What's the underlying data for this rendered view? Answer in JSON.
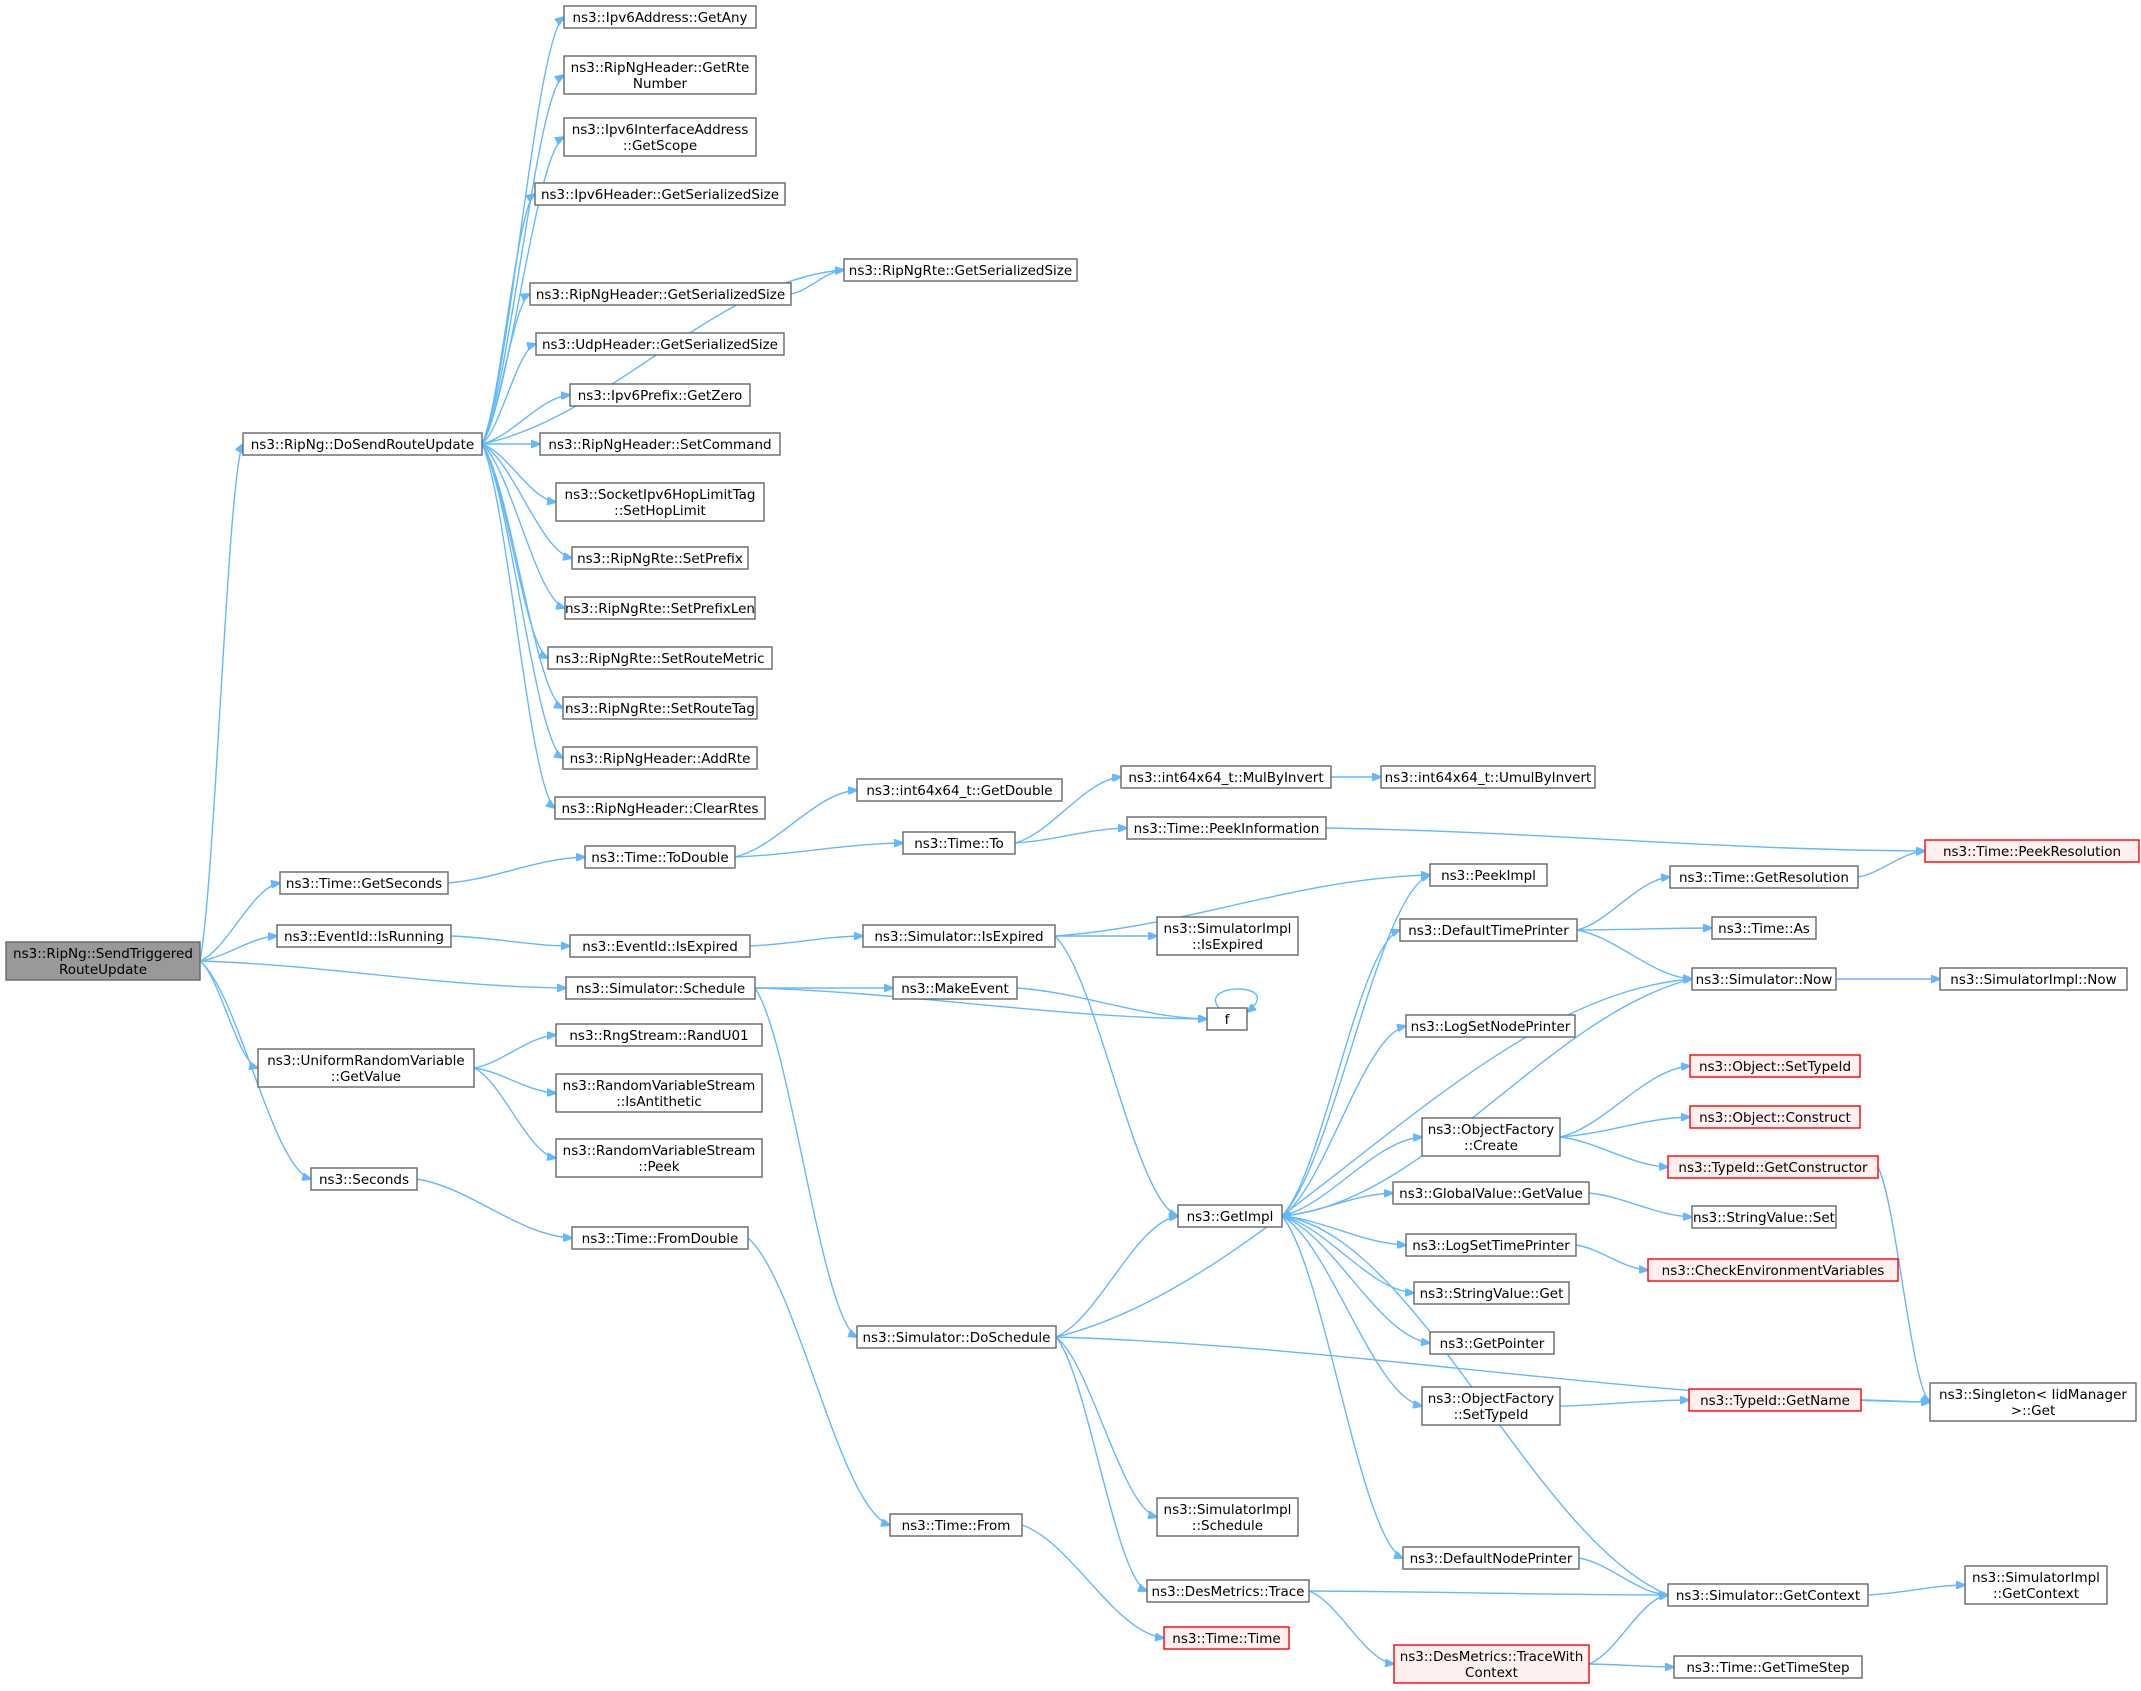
{
  "diagram": {
    "type": "call-graph",
    "colors": {
      "edge": "#63b8ff",
      "node_border": "#666666",
      "root_fill": "#999999",
      "truncated_border": "#ff0000",
      "truncated_fill": "#fff0f0"
    },
    "nodes": [
      {
        "id": "root",
        "lines": [
          "ns3::RipNg::SendTriggered",
          "RouteUpdate"
        ],
        "style": "root"
      },
      {
        "id": "dosend",
        "lines": [
          "ns3::RipNg::DoSendRouteUpdate"
        ]
      },
      {
        "id": "ipv6any",
        "lines": [
          "ns3::Ipv6Address::GetAny"
        ]
      },
      {
        "id": "getrtenum",
        "lines": [
          "ns3::RipNgHeader::GetRte",
          "Number"
        ]
      },
      {
        "id": "getscope",
        "lines": [
          "ns3::Ipv6InterfaceAddress",
          "::GetScope"
        ]
      },
      {
        "id": "ipv6hdrsize",
        "lines": [
          "ns3::Ipv6Header::GetSerializedSize"
        ]
      },
      {
        "id": "ripnghdrsize",
        "lines": [
          "ns3::RipNgHeader::GetSerializedSize"
        ]
      },
      {
        "id": "ripngrtesize",
        "lines": [
          "ns3::RipNgRte::GetSerializedSize"
        ]
      },
      {
        "id": "udphdrsize",
        "lines": [
          "ns3::UdpHeader::GetSerializedSize"
        ]
      },
      {
        "id": "getzero",
        "lines": [
          "ns3::Ipv6Prefix::GetZero"
        ]
      },
      {
        "id": "setcommand",
        "lines": [
          "ns3::RipNgHeader::SetCommand"
        ]
      },
      {
        "id": "sethoplimit",
        "lines": [
          "ns3::SocketIpv6HopLimitTag",
          "::SetHopLimit"
        ]
      },
      {
        "id": "setprefix",
        "lines": [
          "ns3::RipNgRte::SetPrefix"
        ]
      },
      {
        "id": "setprefixlen",
        "lines": [
          "ns3::RipNgRte::SetPrefixLen"
        ]
      },
      {
        "id": "setroutemetric",
        "lines": [
          "ns3::RipNgRte::SetRouteMetric"
        ]
      },
      {
        "id": "setroutetag",
        "lines": [
          "ns3::RipNgRte::SetRouteTag"
        ]
      },
      {
        "id": "addrte",
        "lines": [
          "ns3::RipNgHeader::AddRte"
        ]
      },
      {
        "id": "clearrtes",
        "lines": [
          "ns3::RipNgHeader::ClearRtes"
        ]
      },
      {
        "id": "getseconds",
        "lines": [
          "ns3::Time::GetSeconds"
        ]
      },
      {
        "id": "todouble",
        "lines": [
          "ns3::Time::ToDouble"
        ]
      },
      {
        "id": "i64getdouble",
        "lines": [
          "ns3::int64x64_t::GetDouble"
        ]
      },
      {
        "id": "timeto",
        "lines": [
          "ns3::Time::To"
        ]
      },
      {
        "id": "mulbyinvert",
        "lines": [
          "ns3::int64x64_t::MulByInvert"
        ]
      },
      {
        "id": "umulbyinvert",
        "lines": [
          "ns3::int64x64_t::UmulByInvert"
        ]
      },
      {
        "id": "peekinfo",
        "lines": [
          "ns3::Time::PeekInformation"
        ]
      },
      {
        "id": "peekres",
        "lines": [
          "ns3::Time::PeekResolution"
        ],
        "style": "trunc"
      },
      {
        "id": "isrunning",
        "lines": [
          "ns3::EventId::IsRunning"
        ]
      },
      {
        "id": "evisexpired",
        "lines": [
          "ns3::EventId::IsExpired"
        ]
      },
      {
        "id": "simisexpired",
        "lines": [
          "ns3::Simulator::IsExpired"
        ]
      },
      {
        "id": "peekimpl",
        "lines": [
          "ns3::PeekImpl"
        ]
      },
      {
        "id": "simimplisexpired",
        "lines": [
          "ns3::SimulatorImpl",
          "::IsExpired"
        ]
      },
      {
        "id": "defaulttimeprinter",
        "lines": [
          "ns3::DefaultTimePrinter"
        ]
      },
      {
        "id": "getresolution",
        "lines": [
          "ns3::Time::GetResolution"
        ]
      },
      {
        "id": "timeas",
        "lines": [
          "ns3::Time::As"
        ]
      },
      {
        "id": "simnow",
        "lines": [
          "ns3::Simulator::Now"
        ]
      },
      {
        "id": "simimplnow",
        "lines": [
          "ns3::SimulatorImpl::Now"
        ]
      },
      {
        "id": "schedule",
        "lines": [
          "ns3::Simulator::Schedule"
        ]
      },
      {
        "id": "makeevent",
        "lines": [
          "ns3::MakeEvent"
        ]
      },
      {
        "id": "f",
        "lines": [
          "f"
        ]
      },
      {
        "id": "uniformgetvalue",
        "lines": [
          "ns3::UniformRandomVariable",
          "::GetValue"
        ]
      },
      {
        "id": "randu01",
        "lines": [
          "ns3::RngStream::RandU01"
        ]
      },
      {
        "id": "isantithetic",
        "lines": [
          "ns3::RandomVariableStream",
          "::IsAntithetic"
        ]
      },
      {
        "id": "rvspeek",
        "lines": [
          "ns3::RandomVariableStream",
          "::Peek"
        ]
      },
      {
        "id": "seconds",
        "lines": [
          "ns3::Seconds"
        ]
      },
      {
        "id": "fromdouble",
        "lines": [
          "ns3::Time::FromDouble"
        ]
      },
      {
        "id": "timefrom",
        "lines": [
          "ns3::Time::From"
        ]
      },
      {
        "id": "timetime",
        "lines": [
          "ns3::Time::Time"
        ],
        "style": "trunc"
      },
      {
        "id": "doschedule",
        "lines": [
          "ns3::Simulator::DoSchedule"
        ]
      },
      {
        "id": "getimpl",
        "lines": [
          "ns3::GetImpl"
        ]
      },
      {
        "id": "logsetnodeprinter",
        "lines": [
          "ns3::LogSetNodePrinter"
        ]
      },
      {
        "id": "ofcreate",
        "lines": [
          "ns3::ObjectFactory",
          "::Create"
        ]
      },
      {
        "id": "objsettypeid",
        "lines": [
          "ns3::Object::SetTypeId"
        ],
        "style": "trunc"
      },
      {
        "id": "objconstruct",
        "lines": [
          "ns3::Object::Construct"
        ],
        "style": "trunc"
      },
      {
        "id": "getconstructor",
        "lines": [
          "ns3::TypeId::GetConstructor"
        ],
        "style": "trunc"
      },
      {
        "id": "gvgetvalue",
        "lines": [
          "ns3::GlobalValue::GetValue"
        ]
      },
      {
        "id": "stringvalueset",
        "lines": [
          "ns3::StringValue::Set"
        ]
      },
      {
        "id": "logsettimeprinter",
        "lines": [
          "ns3::LogSetTimePrinter"
        ]
      },
      {
        "id": "checkenv",
        "lines": [
          "ns3::CheckEnvironmentVariables"
        ],
        "style": "trunc"
      },
      {
        "id": "stringvalueget",
        "lines": [
          "ns3::StringValue::Get"
        ]
      },
      {
        "id": "getpointer",
        "lines": [
          "ns3::GetPointer"
        ]
      },
      {
        "id": "ofsettypeid",
        "lines": [
          "ns3::ObjectFactory",
          "::SetTypeId"
        ]
      },
      {
        "id": "typeidgetname",
        "lines": [
          "ns3::TypeId::GetName"
        ],
        "style": "trunc"
      },
      {
        "id": "singletonget",
        "lines": [
          "ns3::Singleton< IidManager",
          " >::Get"
        ]
      },
      {
        "id": "simimplschedule",
        "lines": [
          "ns3::SimulatorImpl",
          "::Schedule"
        ]
      },
      {
        "id": "defaultnodeprinter",
        "lines": [
          "ns3::DefaultNodePrinter"
        ]
      },
      {
        "id": "desmetricstrace",
        "lines": [
          "ns3::DesMetrics::Trace"
        ]
      },
      {
        "id": "simgetcontext",
        "lines": [
          "ns3::Simulator::GetContext"
        ]
      },
      {
        "id": "simimplgetcontext",
        "lines": [
          "ns3::SimulatorImpl",
          "::GetContext"
        ]
      },
      {
        "id": "tracewithcontext",
        "lines": [
          "ns3::DesMetrics::TraceWith",
          "Context"
        ],
        "style": "trunc"
      },
      {
        "id": "gettimestep",
        "lines": [
          "ns3::Time::GetTimeStep"
        ]
      }
    ],
    "edges": [
      [
        "root",
        "dosend"
      ],
      [
        "root",
        "getseconds"
      ],
      [
        "root",
        "isrunning"
      ],
      [
        "root",
        "schedule"
      ],
      [
        "root",
        "uniformgetvalue"
      ],
      [
        "root",
        "seconds"
      ],
      [
        "dosend",
        "ipv6any"
      ],
      [
        "dosend",
        "getrtenum"
      ],
      [
        "dosend",
        "getscope"
      ],
      [
        "dosend",
        "ipv6hdrsize"
      ],
      [
        "dosend",
        "ripngrtesize"
      ],
      [
        "dosend",
        "ripnghdrsize"
      ],
      [
        "dosend",
        "udphdrsize"
      ],
      [
        "dosend",
        "getzero"
      ],
      [
        "dosend",
        "setcommand"
      ],
      [
        "dosend",
        "sethoplimit"
      ],
      [
        "dosend",
        "setprefix"
      ],
      [
        "dosend",
        "setprefixlen"
      ],
      [
        "dosend",
        "setroutemetric"
      ],
      [
        "dosend",
        "setroutetag"
      ],
      [
        "dosend",
        "addrte"
      ],
      [
        "dosend",
        "clearrtes"
      ],
      [
        "ripnghdrsize",
        "ripngrtesize"
      ],
      [
        "getseconds",
        "todouble"
      ],
      [
        "todouble",
        "i64getdouble"
      ],
      [
        "todouble",
        "timeto"
      ],
      [
        "timeto",
        "mulbyinvert"
      ],
      [
        "timeto",
        "peekinfo"
      ],
      [
        "mulbyinvert",
        "umulbyinvert"
      ],
      [
        "peekinfo",
        "peekres"
      ],
      [
        "isrunning",
        "evisexpired"
      ],
      [
        "evisexpired",
        "simisexpired"
      ],
      [
        "simisexpired",
        "peekimpl"
      ],
      [
        "simisexpired",
        "simimplisexpired"
      ],
      [
        "simisexpired",
        "getimpl"
      ],
      [
        "schedule",
        "makeevent"
      ],
      [
        "schedule",
        "f"
      ],
      [
        "schedule",
        "doschedule"
      ],
      [
        "makeevent",
        "f"
      ],
      [
        "f",
        "f"
      ],
      [
        "uniformgetvalue",
        "randu01"
      ],
      [
        "uniformgetvalue",
        "isantithetic"
      ],
      [
        "uniformgetvalue",
        "rvspeek"
      ],
      [
        "seconds",
        "fromdouble"
      ],
      [
        "fromdouble",
        "timefrom"
      ],
      [
        "timefrom",
        "timetime"
      ],
      [
        "doschedule",
        "getimpl"
      ],
      [
        "doschedule",
        "simnow"
      ],
      [
        "doschedule",
        "singletonget"
      ],
      [
        "doschedule",
        "simimplschedule"
      ],
      [
        "doschedule",
        "desmetricstrace"
      ],
      [
        "getimpl",
        "peekimpl"
      ],
      [
        "getimpl",
        "defaulttimeprinter"
      ],
      [
        "getimpl",
        "logsetnodeprinter"
      ],
      [
        "getimpl",
        "ofcreate"
      ],
      [
        "getimpl",
        "gvgetvalue"
      ],
      [
        "getimpl",
        "logsettimeprinter"
      ],
      [
        "getimpl",
        "stringvalueget"
      ],
      [
        "getimpl",
        "getpointer"
      ],
      [
        "getimpl",
        "ofsettypeid"
      ],
      [
        "getimpl",
        "defaultnodeprinter"
      ],
      [
        "defaulttimeprinter",
        "getresolution"
      ],
      [
        "defaulttimeprinter",
        "timeas"
      ],
      [
        "defaulttimeprinter",
        "simnow"
      ],
      [
        "getresolution",
        "peekres"
      ],
      [
        "simnow",
        "getimpl"
      ],
      [
        "simnow",
        "simimplnow"
      ],
      [
        "ofcreate",
        "objsettypeid"
      ],
      [
        "ofcreate",
        "objconstruct"
      ],
      [
        "ofcreate",
        "getconstructor"
      ],
      [
        "getconstructor",
        "singletonget"
      ],
      [
        "gvgetvalue",
        "stringvalueset"
      ],
      [
        "logsettimeprinter",
        "checkenv"
      ],
      [
        "ofsettypeid",
        "typeidgetname"
      ],
      [
        "typeidgetname",
        "singletonget"
      ],
      [
        "defaultnodeprinter",
        "simgetcontext"
      ],
      [
        "simgetcontext",
        "getimpl"
      ],
      [
        "simgetcontext",
        "simimplgetcontext"
      ],
      [
        "desmetricstrace",
        "simgetcontext"
      ],
      [
        "desmetricstrace",
        "tracewithcontext"
      ],
      [
        "tracewithcontext",
        "simgetcontext"
      ],
      [
        "tracewithcontext",
        "gettimestep"
      ]
    ]
  }
}
